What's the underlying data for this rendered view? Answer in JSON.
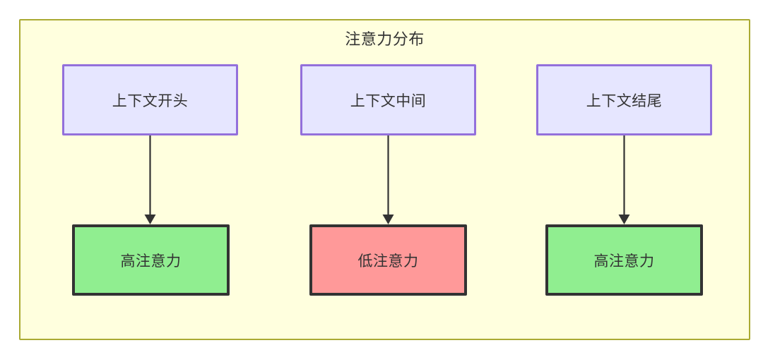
{
  "diagram": {
    "title": "注意力分布",
    "container": {
      "fill": "#ffffde",
      "stroke": "#aaaa33"
    },
    "columns": [
      {
        "id": "context-start",
        "source": {
          "label": "上下文开头",
          "fill": "#e6e6ff",
          "stroke": "#9370db"
        },
        "target": {
          "label": "高注意力",
          "fill": "#90ee90",
          "stroke": "#333333"
        },
        "edge": {
          "stroke": "#333333"
        }
      },
      {
        "id": "context-middle",
        "source": {
          "label": "上下文中间",
          "fill": "#e6e6ff",
          "stroke": "#9370db"
        },
        "target": {
          "label": "低注意力",
          "fill": "#ff9999",
          "stroke": "#333333"
        },
        "edge": {
          "stroke": "#333333"
        }
      },
      {
        "id": "context-end",
        "source": {
          "label": "上下文结尾",
          "fill": "#e6e6ff",
          "stroke": "#9370db"
        },
        "target": {
          "label": "高注意力",
          "fill": "#90ee90",
          "stroke": "#333333"
        },
        "edge": {
          "stroke": "#333333"
        }
      }
    ]
  }
}
